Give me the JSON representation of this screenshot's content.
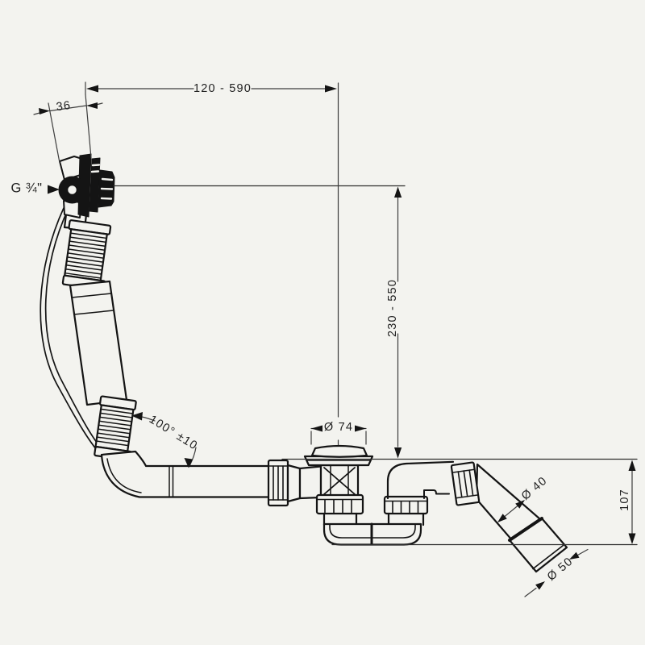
{
  "drawing": {
    "type": "technical-dimension-drawing",
    "subject": "bath-waste-and-overflow-set",
    "colors": {
      "background": "#f3f3ef",
      "ink": "#141414",
      "dimension_ink": "#3d3d3d"
    },
    "labels": {
      "top_width": "120 - 590",
      "body_width": "36",
      "thread": "G ¾\"",
      "height_range": "230 - 550",
      "plug_diameter": "Ø 74",
      "hose_angle": "100° ±10",
      "pipe_diameter": "Ø 40",
      "outlet_diameter": "Ø 50",
      "outlet_height": "107"
    }
  }
}
